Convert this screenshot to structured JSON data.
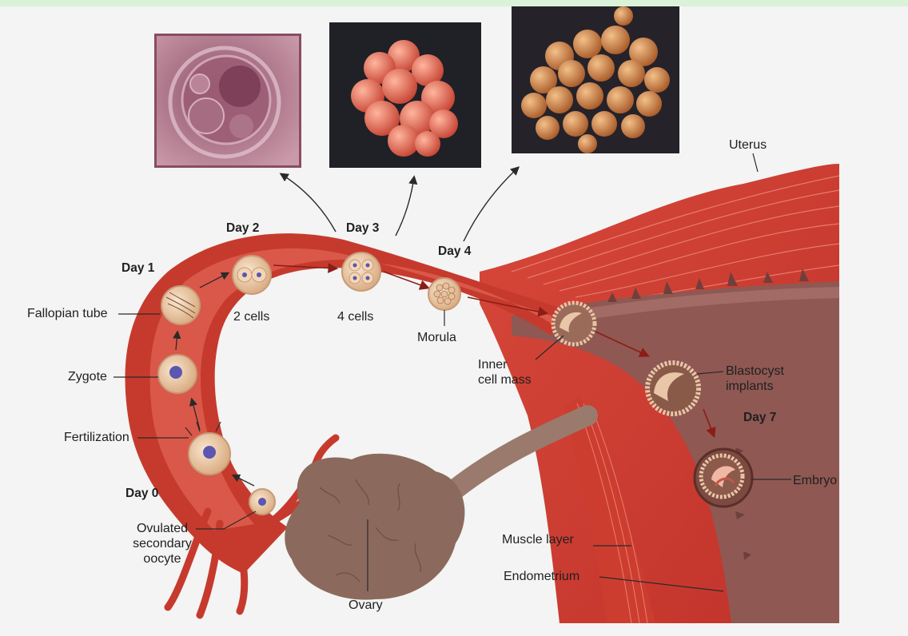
{
  "labels": {
    "day_0": "Day 0",
    "day_1": "Day 1",
    "day_2": "Day 2",
    "day_3": "Day 3",
    "day_4": "Day 4",
    "day_7": "Day 7",
    "fallopian_tube": "Fallopian tube",
    "zygote": "Zygote",
    "fertilization": "Fertilization",
    "ovulated_line1": "Ovulated",
    "ovulated_line2": "secondary",
    "ovulated_line3": "oocyte",
    "two_cells": "2 cells",
    "four_cells": "4 cells",
    "morula": "Morula",
    "inner_line1": "Inner",
    "inner_line2": "cell mass",
    "blastocyst_line1": "Blastocyst",
    "blastocyst_line2": "implants",
    "embryo": "Embryo",
    "uterus": "Uterus",
    "muscle_layer": "Muscle layer",
    "endometrium": "Endometrium",
    "ovary": "Ovary"
  },
  "colors": {
    "tube_outer": "#c8382b",
    "tube_inner": "#d9584a",
    "endometrium": "#8e5a54",
    "ovary": "#8a6a5e",
    "cell": "#efc9a2",
    "nucleus": "#5b56b0",
    "photo_frame": "#20242a",
    "photo_1": "#b67a93",
    "photo_2": "#e47a6b",
    "photo_3": "#c9834a"
  }
}
